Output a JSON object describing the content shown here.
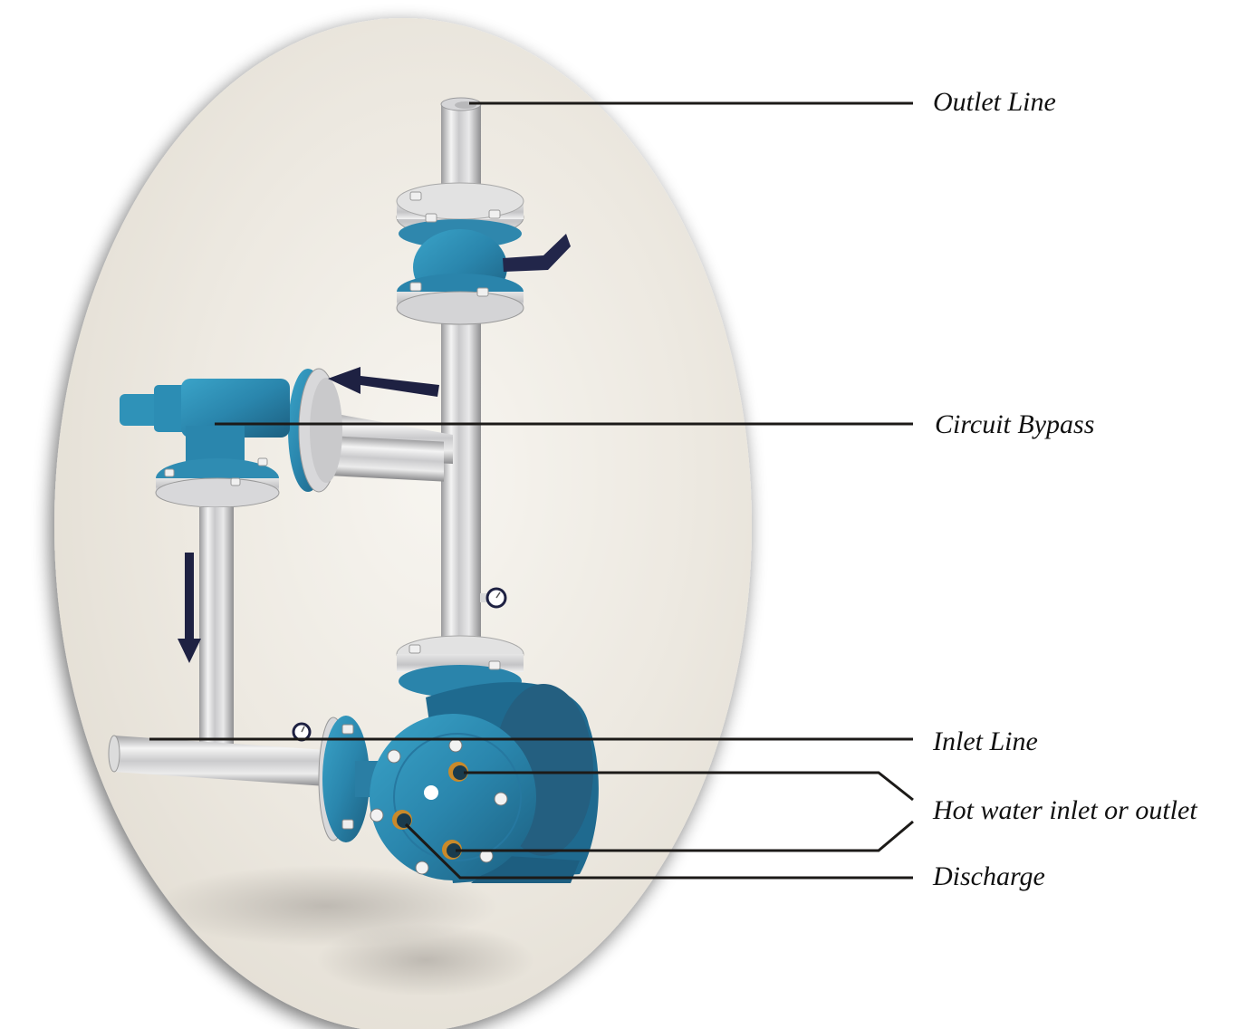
{
  "diagram": {
    "type": "labeled equipment illustration",
    "subject": "Pump with piping circuit and bypass",
    "background_color": "#ffffff",
    "ellipse_fill": "#ece8e0",
    "equipment_blue": "#2e8fb5",
    "arrow_color": "#1e2142",
    "leader_line_color": "#1c1a18",
    "labels": [
      {
        "id": "outlet_line",
        "text": "Outlet Line"
      },
      {
        "id": "circuit_bypass",
        "text": "Circuit Bypass"
      },
      {
        "id": "inlet_line",
        "text": "Inlet Line"
      },
      {
        "id": "hot_water",
        "text": "Hot water inlet or outlet"
      },
      {
        "id": "discharge",
        "text": "Discharge"
      }
    ],
    "flow_arrows": [
      {
        "id": "bypass_arrow",
        "direction": "left"
      },
      {
        "id": "down_arrow",
        "direction": "down"
      }
    ],
    "gauges": 2
  }
}
